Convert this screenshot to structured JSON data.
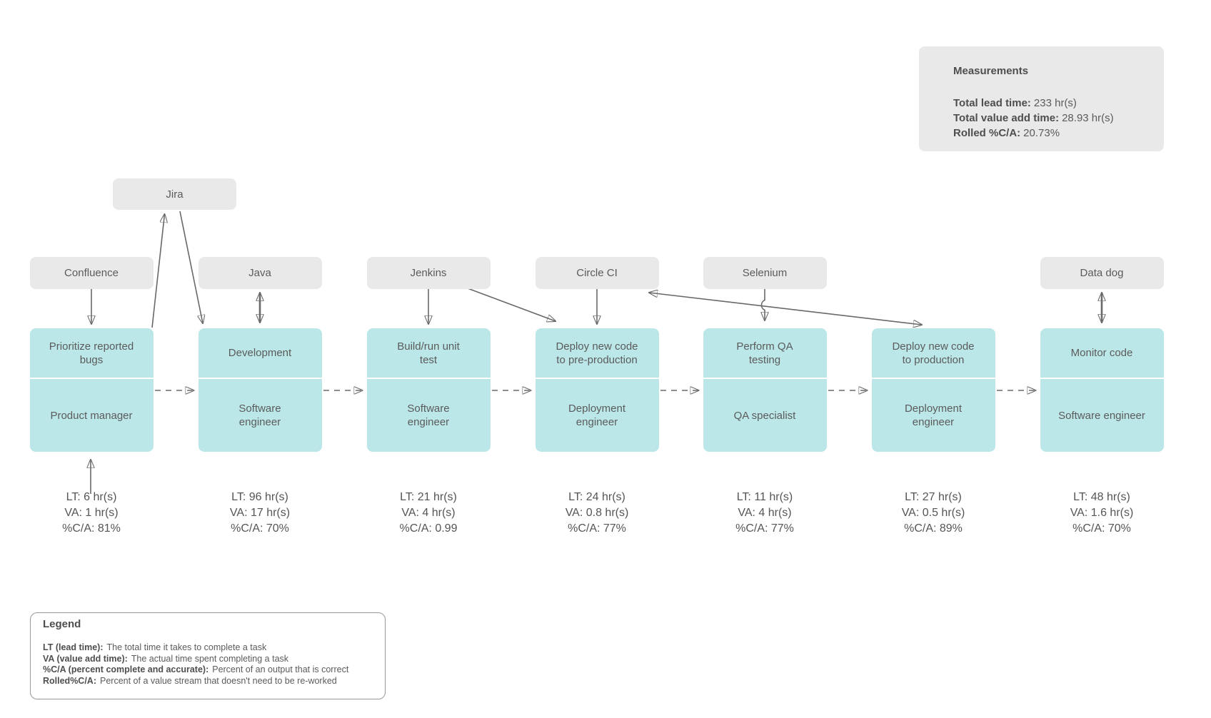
{
  "colors": {
    "process-fill": "#bce7e8",
    "tool-fill": "#e9e9e9",
    "note-fill": "#e9e9e9",
    "arrow": "#696969",
    "text": "#5b5b5b",
    "text-bold": "#4e4e4e",
    "legend-border": "#999999"
  },
  "measurements": {
    "title": "Measurements",
    "items": [
      {
        "label": "Total lead time:",
        "value": "233 hr(s)"
      },
      {
        "label": "Total value add time:",
        "value": "28.93 hr(s)"
      },
      {
        "label": "Rolled %C/A:",
        "value": "20.73%"
      }
    ]
  },
  "tools": {
    "jira": "Jira",
    "confluence": "Confluence",
    "java": "Java",
    "jenkins": "Jenkins",
    "circleci": "Circle CI",
    "selenium": "Selenium",
    "datadog": "Data dog"
  },
  "processes": [
    {
      "task": "Prioritize reported\nbugs",
      "role": "Product manager",
      "lt": "LT: 6 hr(s)",
      "va": "VA: 1 hr(s)",
      "ca": "%C/A: 81%"
    },
    {
      "task": "Development",
      "role": "Software\nengineer",
      "lt": "LT: 96 hr(s)",
      "va": "VA: 17 hr(s)",
      "ca": "%C/A: 70%"
    },
    {
      "task": "Build/run unit\ntest",
      "role": "Software\nengineer",
      "lt": "LT: 21 hr(s)",
      "va": "VA: 4 hr(s)",
      "ca": "%C/A: 0.99"
    },
    {
      "task": "Deploy new code\nto pre-production",
      "role": "Deployment\nengineer",
      "lt": "LT: 24 hr(s)",
      "va": "VA: 0.8 hr(s)",
      "ca": "%C/A: 77%"
    },
    {
      "task": "Perform QA\ntesting",
      "role": "QA specialist",
      "lt": "LT: 11 hr(s)",
      "va": "VA: 4 hr(s)",
      "ca": "%C/A: 77%"
    },
    {
      "task": "Deploy new code\nto production",
      "role": "Deployment\nengineer",
      "lt": "LT: 27 hr(s)",
      "va": "VA: 0.5 hr(s)",
      "ca": "%C/A: 89%"
    },
    {
      "task": "Monitor code",
      "role": "Software engineer",
      "lt": "LT: 48 hr(s)",
      "va": "VA: 1.6 hr(s)",
      "ca": "%C/A: 70%"
    }
  ],
  "legend": {
    "title": "Legend",
    "items": [
      {
        "term": "LT (lead time):",
        "definition": "The total time it takes to complete a task"
      },
      {
        "term": "VA (value add time):",
        "definition": "The actual time spent completing a task"
      },
      {
        "term": "%C/A (percent complete and accurate):",
        "definition": "Percent of an output that is correct"
      },
      {
        "term": "Rolled%C/A:",
        "definition": "Percent of a value stream that doesn't need to be re-worked"
      }
    ]
  }
}
